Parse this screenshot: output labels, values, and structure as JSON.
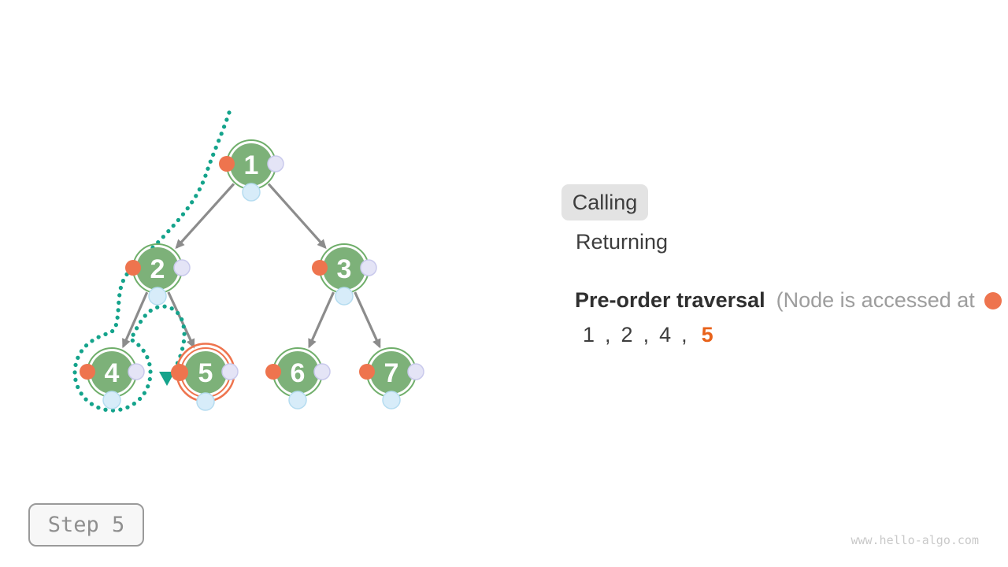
{
  "tree": {
    "nodes": [
      "1",
      "2",
      "3",
      "4",
      "5",
      "6",
      "7"
    ],
    "edges": [
      [
        "1",
        "2"
      ],
      [
        "1",
        "3"
      ],
      [
        "2",
        "4"
      ],
      [
        "2",
        "5"
      ],
      [
        "3",
        "6"
      ],
      [
        "3",
        "7"
      ]
    ],
    "current_node": "5",
    "dotted_path_visits": [
      "1",
      "2",
      "4",
      "5"
    ]
  },
  "legend": {
    "calling_label": "Calling",
    "returning_label": "Returning",
    "active": "Calling"
  },
  "traversal": {
    "heading": "Pre-order traversal",
    "note_prefix": "(Node is accessed at",
    "note_suffix": ")",
    "comma": ",",
    "visited": [
      "1",
      "2",
      "4"
    ],
    "current": "5"
  },
  "step_indicator": "Step 5",
  "watermark": "www.hello-algo.com",
  "colors": {
    "node_green": "#7DB179",
    "node_ring_green": "#6FAE6A",
    "access_orange": "#EE744E",
    "current_ring_orange": "#EE744E",
    "sequence_current_orange": "#E8621A",
    "path_teal": "#14A38B",
    "edge_gray": "#8C8C8C",
    "right_dot_lavender": "#E4E4F6",
    "bottom_dot_blue": "#D7ECF9",
    "calling_badge_bg": "#E3E3E3"
  }
}
